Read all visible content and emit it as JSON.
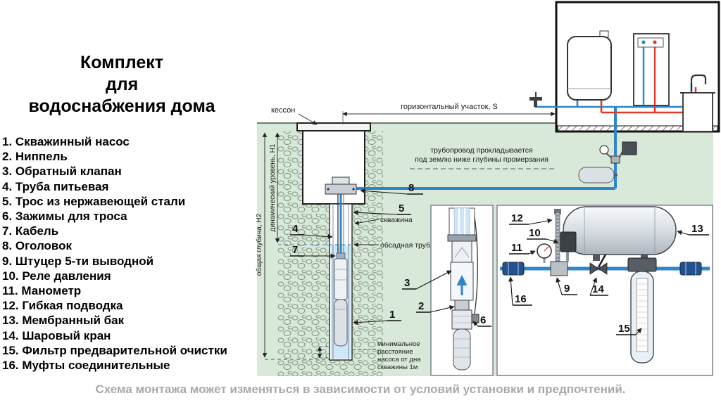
{
  "title_lines": [
    "Комплект",
    "для",
    "водоснабжения дома"
  ],
  "parts_list": [
    "1. Скважинный насос",
    "2. Ниппель",
    "3. Обратный клапан",
    "4. Труба питьевая",
    "5. Трос из нержавеющей стали",
    "6. Зажимы для троса",
    "7. Кабель",
    "8. Оголовок",
    "9. Штуцер 5-ти выводной",
    "10. Реле давления",
    "11. Манометр",
    "12. Гибкая подводка",
    "13. Мембранный бак",
    "14. Шаровый кран",
    "15. Фильтр предварительной очистки",
    "16. Муфты соединительные"
  ],
  "diagram": {
    "labels": {
      "kesson": "кессон",
      "horizontal_section": "горизонтальный участок, S",
      "pipeline_note_line1": "трубопровод прокладывается",
      "pipeline_note_line2": "под землю ниже глубины промерзания",
      "total_depth": "общая глубина, H2",
      "dynamic_level": "динамический уровень, H1",
      "well": "скважина",
      "casing_pipe": "обсадная труба",
      "min_distance_line1": "минимальное",
      "min_distance_line2": "расстояние",
      "min_distance_line3": "насоса от дна",
      "min_distance_line4": "скважины 1м"
    },
    "callouts": {
      "c1": "1",
      "c2": "2",
      "c3": "3",
      "c4": "4",
      "c5": "5",
      "c6": "6",
      "c7": "7",
      "c8": "8",
      "c9": "9",
      "c10": "10",
      "c11": "11",
      "c12": "12",
      "c13": "13",
      "c14": "14",
      "c15": "15",
      "c16": "16"
    },
    "colors": {
      "cold_pipe": "#2e86c8",
      "hot_pipe": "#e2392e",
      "ground": "#d9e9d9"
    }
  },
  "footer": {
    "caption": "Схема монтажа может изменяться в зависимости от условий установки и предпочтений."
  }
}
